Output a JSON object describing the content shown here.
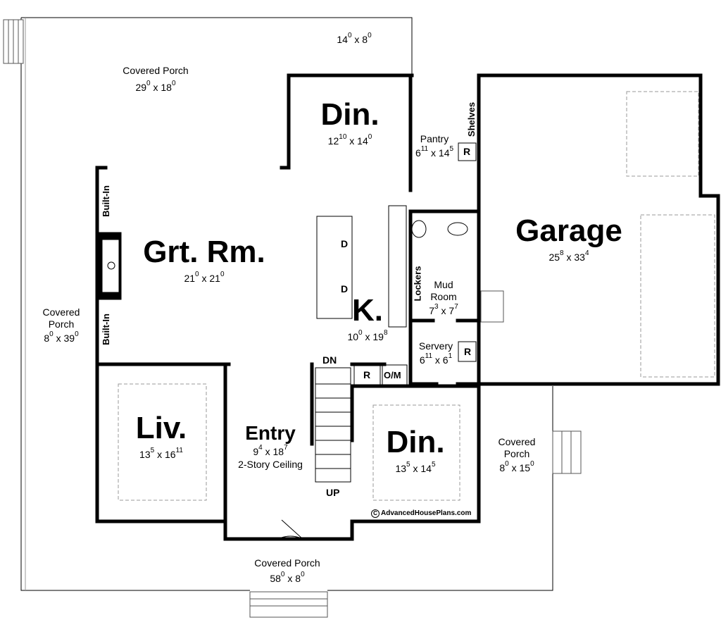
{
  "rooms": {
    "porch_top": {
      "name": "Covered Porch",
      "w": "29",
      "w_in": "0",
      "l": "18",
      "l_in": "0"
    },
    "porch_top_small": {
      "w": "14",
      "w_in": "0",
      "l": "8",
      "l_in": "0"
    },
    "din_upper": {
      "name": "Din.",
      "w": "12",
      "w_in": "10",
      "l": "14",
      "l_in": "0"
    },
    "pantry": {
      "name": "Pantry",
      "w": "6",
      "w_in": "11",
      "l": "14",
      "l_in": "5"
    },
    "garage": {
      "name": "Garage",
      "w": "25",
      "w_in": "8",
      "l": "33",
      "l_in": "4"
    },
    "grt_rm": {
      "name": "Grt. Rm.",
      "w": "21",
      "w_in": "0",
      "l": "21",
      "l_in": "0"
    },
    "kitchen": {
      "name": "K.",
      "w": "10",
      "w_in": "0",
      "l": "19",
      "l_in": "8"
    },
    "mud_room": {
      "name": "Mud Room",
      "w": "7",
      "w_in": "3",
      "l": "7",
      "l_in": "7"
    },
    "servery": {
      "name": "Servery",
      "w": "6",
      "w_in": "11",
      "l": "6",
      "l_in": "1"
    },
    "porch_left": {
      "name": "Covered Porch",
      "w": "8",
      "w_in": "0",
      "l": "39",
      "l_in": "0"
    },
    "liv": {
      "name": "Liv.",
      "w": "13",
      "w_in": "5",
      "l": "16",
      "l_in": "11"
    },
    "entry": {
      "name": "Entry",
      "w": "9",
      "w_in": "4",
      "l": "18",
      "l_in": "7",
      "note": "2-Story Ceiling"
    },
    "din_lower": {
      "name": "Din.",
      "w": "13",
      "w_in": "5",
      "l": "14",
      "l_in": "5"
    },
    "porch_right": {
      "name": "Covered Porch",
      "w": "8",
      "w_in": "0",
      "l": "15",
      "l_in": "0"
    },
    "porch_bottom": {
      "name": "Covered Porch",
      "w": "58",
      "w_in": "0",
      "l": "8",
      "l_in": "0"
    }
  },
  "labels": {
    "built_in": "Built-In",
    "shelves": "Shelves",
    "lockers": "Lockers",
    "dishwasher": "D",
    "refrigerator": "R",
    "oven_micro": "O/M",
    "stairs_down": "DN",
    "stairs_up": "UP",
    "copyright": "AdvancedHousePlans.com",
    "copyright_symbol": "C",
    "dim_sep": "x"
  }
}
